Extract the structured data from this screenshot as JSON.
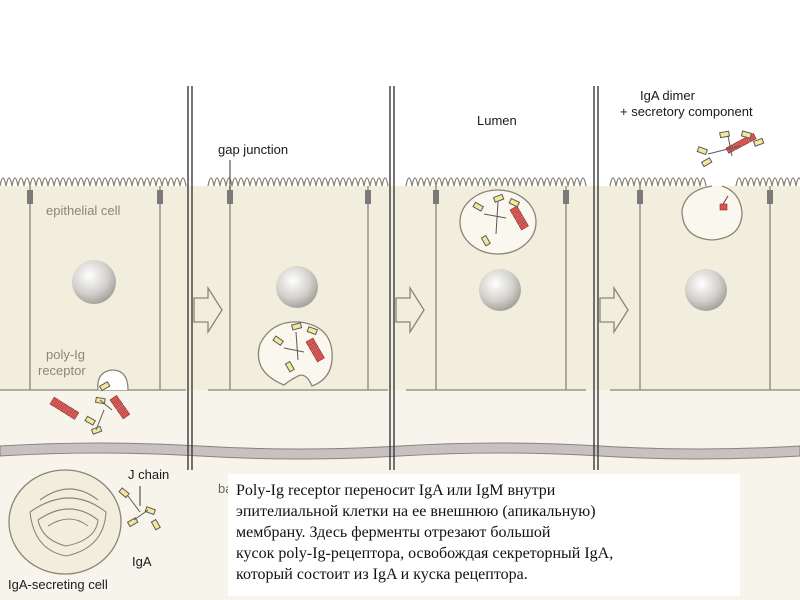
{
  "labels": {
    "epithelial_cell": "epithelial cell",
    "poly_ig_receptor_line1": "poly-Ig",
    "poly_ig_receptor_line2": "receptor",
    "gap_junction": "gap junction",
    "lumen": "Lumen",
    "iga_dimer_line1": "IgA dimer",
    "iga_dimer_line2": "+ secretory component",
    "j_chain": "J chain",
    "iga": "IgA",
    "iga_secreting_cell": "IgA-secreting cell",
    "basal_fragment": "ba"
  },
  "caption": {
    "lines": [
      "Poly-Ig receptor переносит IgA или IgM внутри",
      "эпителиальной клетки  на ее внешнюю (апикальную)",
      "мембрану. Здесь ферменты отрезают большой",
      "кусок poly-Ig-рецептора, освобождая секреторный IgA,",
      "который состоит из IgA и куска рецептора."
    ]
  },
  "colors": {
    "cytoplasm": "#f2eedd",
    "cell_outline": "#8a8577",
    "receptor_red": "#d9534f",
    "igA_yellow": "#f3e79a",
    "divider": "#3a3a3a"
  }
}
